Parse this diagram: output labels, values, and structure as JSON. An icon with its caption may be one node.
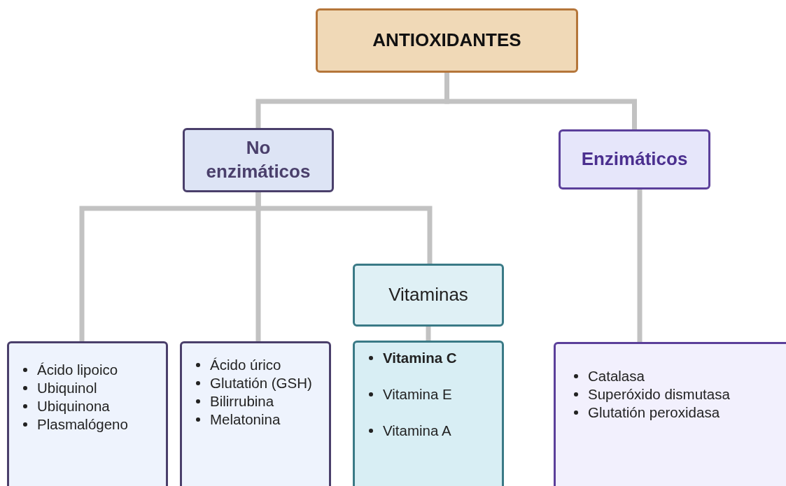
{
  "diagram": {
    "nodes": [
      {
        "text": [
          "ANTIOXIDANTES"
        ]
      },
      {
        "text": [
          "No enzimáticos"
        ]
      },
      {
        "text": [
          "Enzimáticos"
        ]
      },
      {
        "text": [
          "Vitaminas"
        ]
      },
      {
        "text": [
          "Ácido lipoico",
          "Ubiquinol",
          "Ubiquinona",
          "Plasmalógeno"
        ]
      },
      {
        "text": [
          "Ácido úrico",
          "Glutatión (GSH)",
          "Bilirrubina",
          "Melatonina"
        ]
      },
      {
        "text": [
          "Vitamina C",
          "Vitamina E",
          "Vitamina A"
        ]
      },
      {
        "text": [
          "Catalasa",
          "Superóxido dismutasa",
          "Glutatión peroxidasa"
        ]
      }
    ],
    "edges": [
      {
        "from": 0,
        "to": 1,
        "arrow": "none"
      },
      {
        "from": 0,
        "to": 2,
        "arrow": "none"
      },
      {
        "from": 1,
        "to": 4,
        "arrow": "none"
      },
      {
        "from": 1,
        "to": 5,
        "arrow": "none"
      },
      {
        "from": 1,
        "to": 3,
        "arrow": "none"
      },
      {
        "from": 3,
        "to": 6,
        "arrow": "none"
      },
      {
        "from": 2,
        "to": 7,
        "arrow": "none"
      }
    ]
  }
}
